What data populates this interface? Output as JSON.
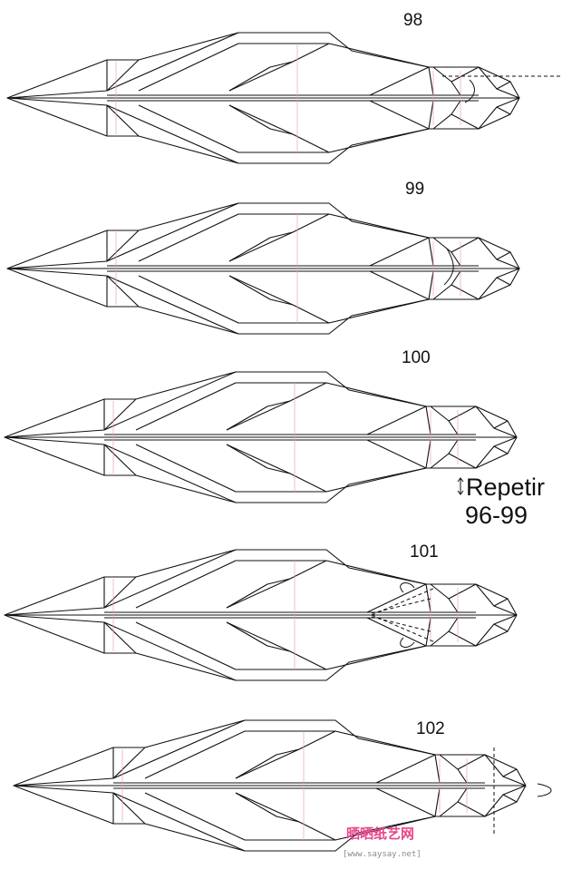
{
  "steps": [
    {
      "number": "98"
    },
    {
      "number": "99"
    },
    {
      "number": "100"
    },
    {
      "number": "101"
    },
    {
      "number": "102"
    }
  ],
  "repeat_note": {
    "line1": "Repetir",
    "line2": "96-99"
  },
  "watermark": {
    "brand": "晒晒纸艺网",
    "url": "[www.saysay.net]"
  },
  "colors": {
    "brand_pink": "#e8458b",
    "brand_green": "#2e8b3a",
    "line": "#111111",
    "crease": "#f2a0a6"
  }
}
